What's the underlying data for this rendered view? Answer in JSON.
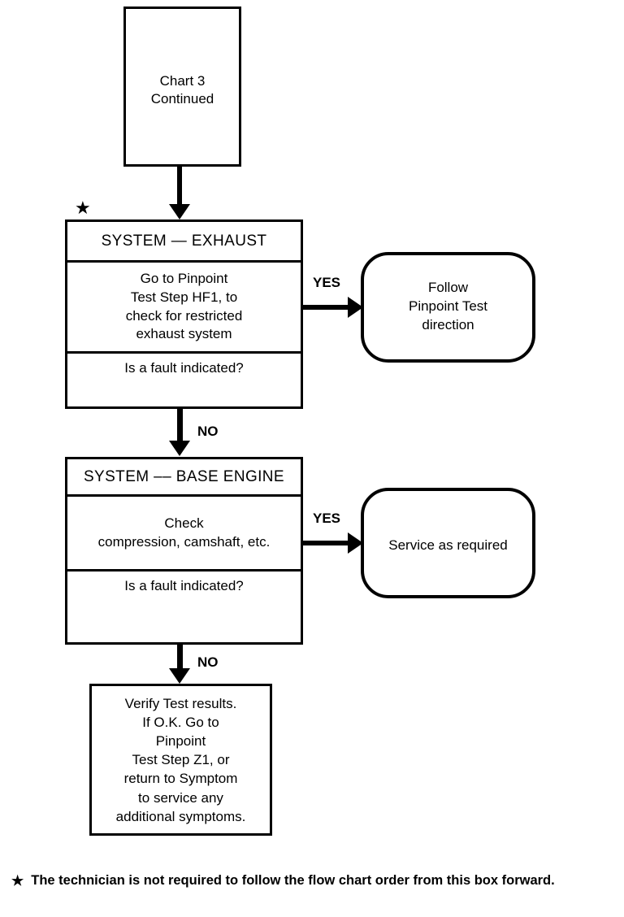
{
  "diagram": {
    "title": "Chart 3 Continued diagnostic flow chart",
    "ink_color": "#000000",
    "paper_color": "#ffffff"
  },
  "terminal": {
    "line1": "Chart 3",
    "line2": "Continued"
  },
  "star_marker": "★",
  "exhaust_block": {
    "header": "SYSTEM — EXHAUST",
    "instruction_line1": "Go to Pinpoint",
    "instruction_line2": "Test Step HF1, to",
    "instruction_line3": "check for restricted",
    "instruction_line4": "exhaust system",
    "question": "Is a fault indicated?"
  },
  "exhaust_yes_outcome": {
    "line1": "Follow",
    "line2": "Pinpoint Test",
    "line3": "direction"
  },
  "base_engine_block": {
    "header": "SYSTEM –– BASE ENGINE",
    "instruction_line1": "Check",
    "instruction_line2": "compression, camshaft, etc.",
    "question": "Is a fault indicated?"
  },
  "base_engine_yes_outcome": {
    "line1": "Service as required"
  },
  "final_block": {
    "line1": "Verify Test results.",
    "line2": "If O.K. Go to",
    "line3": "Pinpoint",
    "line4": "Test Step Z1, or",
    "line5": "return to Symptom",
    "line6": "to service any",
    "line7": "additional symptoms."
  },
  "edges": {
    "yes_1": "YES",
    "no_1": "NO",
    "yes_2": "YES",
    "no_2": "NO"
  },
  "footnote": {
    "star": "★",
    "text": "The technician is not required to follow the flow chart order  from this box forward."
  }
}
